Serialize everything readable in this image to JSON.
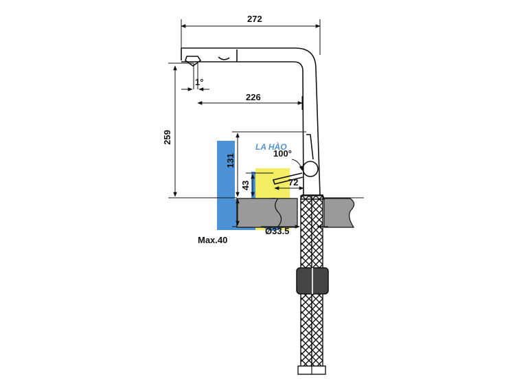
{
  "dimensions": {
    "overall_width": "272",
    "spout_reach": "226",
    "height": "259",
    "spout_angle": "1°",
    "lever_height": "131",
    "lever_rotation": "100°",
    "lever_clearance": "43",
    "lever_offset": "72",
    "hole_diameter": "Ø33.5",
    "max_counter_thickness": "Max.40"
  },
  "watermark": {
    "text": "LA HÀO"
  },
  "colors": {
    "line": "#111111",
    "counter_fill": "#9a9a9a",
    "watermark_blue": "#2f7fd0",
    "watermark_yellow": "#f2ea4a"
  }
}
